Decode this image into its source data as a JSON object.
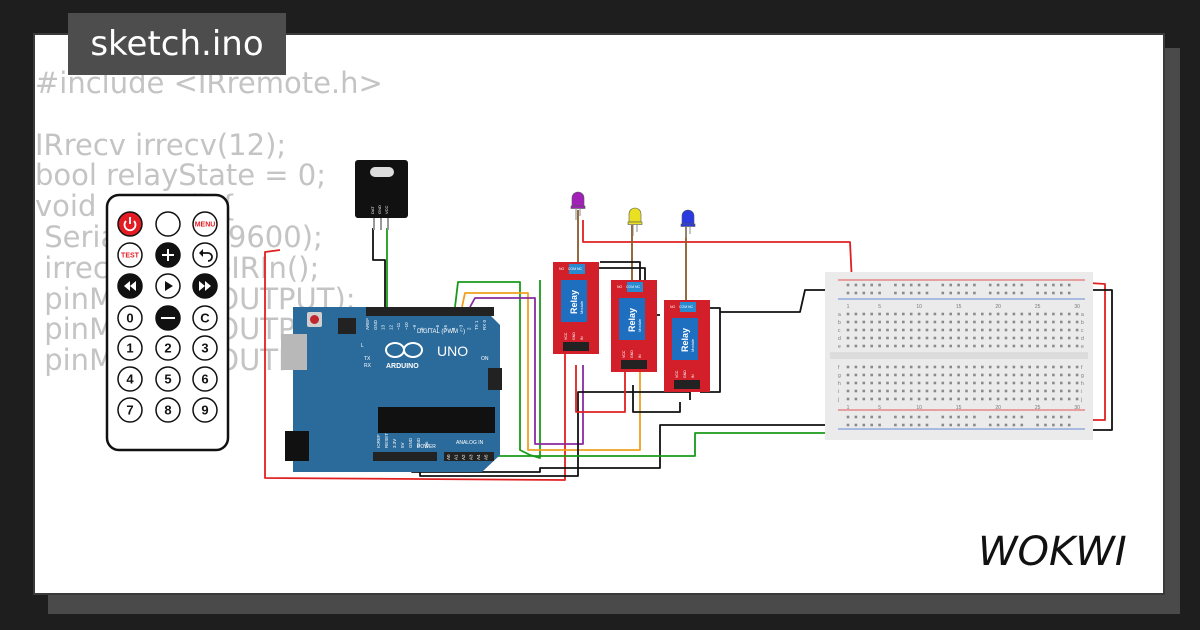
{
  "tab": {
    "filename": "sketch.ino"
  },
  "code_lines": [
    "#include <IRremote.h>",
    "",
    "IRrecv irrecv(12);",
    "bool relayState = 0;",
    "void setup() {",
    " Serial.begin(9600);",
    " irrecv.enableIRIn();",
    " pinMode(2, OUTPUT);",
    " pinMode(3, OUTPUT);",
    " pinMode(4, OUTPUT);"
  ],
  "remote": {
    "buttons": [
      {
        "label": "",
        "icon": "power-icon",
        "color": "#e31b23"
      },
      {
        "label": "",
        "icon": "none"
      },
      {
        "label": "MENU",
        "icon": "none"
      },
      {
        "label": "TEST",
        "icon": "none"
      },
      {
        "label": "",
        "icon": "plus-icon"
      },
      {
        "label": "",
        "icon": "back-icon"
      },
      {
        "label": "",
        "icon": "rewind-icon"
      },
      {
        "label": "",
        "icon": "play-icon"
      },
      {
        "label": "",
        "icon": "fast-forward-icon"
      },
      {
        "label": "0",
        "icon": "none"
      },
      {
        "label": "",
        "icon": "minus-icon"
      },
      {
        "label": "C",
        "icon": "none"
      },
      {
        "label": "1",
        "icon": "none"
      },
      {
        "label": "2",
        "icon": "none"
      },
      {
        "label": "3",
        "icon": "none"
      },
      {
        "label": "4",
        "icon": "none"
      },
      {
        "label": "5",
        "icon": "none"
      },
      {
        "label": "6",
        "icon": "none"
      },
      {
        "label": "7",
        "icon": "none"
      },
      {
        "label": "8",
        "icon": "none"
      },
      {
        "label": "9",
        "icon": "none"
      }
    ]
  },
  "ir_receiver": {
    "pins": [
      "DAT",
      "GND",
      "VCC"
    ]
  },
  "arduino": {
    "model": "UNO",
    "brand": "ARDUINO",
    "digital_label": "DIGITAL (PWM ~)",
    "power_label": "POWER",
    "analog_label": "ANALOG IN",
    "led_labels": [
      "L",
      "TX",
      "RX",
      "ON"
    ],
    "top_pins": [
      "AREF",
      "GND",
      "13",
      "12",
      "~11",
      "~10",
      "~9",
      "8",
      "7",
      "~6",
      "~5",
      "4",
      "~3",
      "2",
      "TX 1",
      "RX 0"
    ],
    "power_pins": [
      "IOREF",
      "RESET",
      "3.3V",
      "5V",
      "GND",
      "GND",
      "Vin"
    ],
    "analog_pins": [
      "A0",
      "A1",
      "A2",
      "A3",
      "A4",
      "A5"
    ]
  },
  "relays": [
    {
      "title": "Relay",
      "subtitle": "Module",
      "top_pins": [
        "NO",
        "COM",
        "NC"
      ],
      "bottom_pins": [
        "VCC",
        "GND",
        "IN"
      ]
    },
    {
      "title": "Relay",
      "subtitle": "Module",
      "top_pins": [
        "NO",
        "COM",
        "NC"
      ],
      "bottom_pins": [
        "VCC",
        "GND",
        "IN"
      ]
    },
    {
      "title": "Relay",
      "subtitle": "Module",
      "top_pins": [
        "NO",
        "COM",
        "NC"
      ],
      "bottom_pins": [
        "VCC",
        "GND",
        "IN"
      ]
    }
  ],
  "leds": [
    {
      "color": "#a020b8"
    },
    {
      "color": "#e8e020"
    },
    {
      "color": "#2a3ae0"
    }
  ],
  "breadboard": {
    "col_numbers": [
      "1",
      "5",
      "10",
      "15",
      "20",
      "25",
      "30"
    ],
    "row_letters_top": [
      "j",
      "i",
      "h",
      "g",
      "f"
    ],
    "row_letters_bottom": [
      "e",
      "d",
      "c",
      "b",
      "a"
    ]
  },
  "wire_colors": {
    "red": "#e02020",
    "black": "#111111",
    "green": "#1a9a1a",
    "orange": "#f0a020",
    "purple": "#8a2aa0",
    "brown": "#8b5a2b"
  },
  "brand_logo": "WOKWI"
}
